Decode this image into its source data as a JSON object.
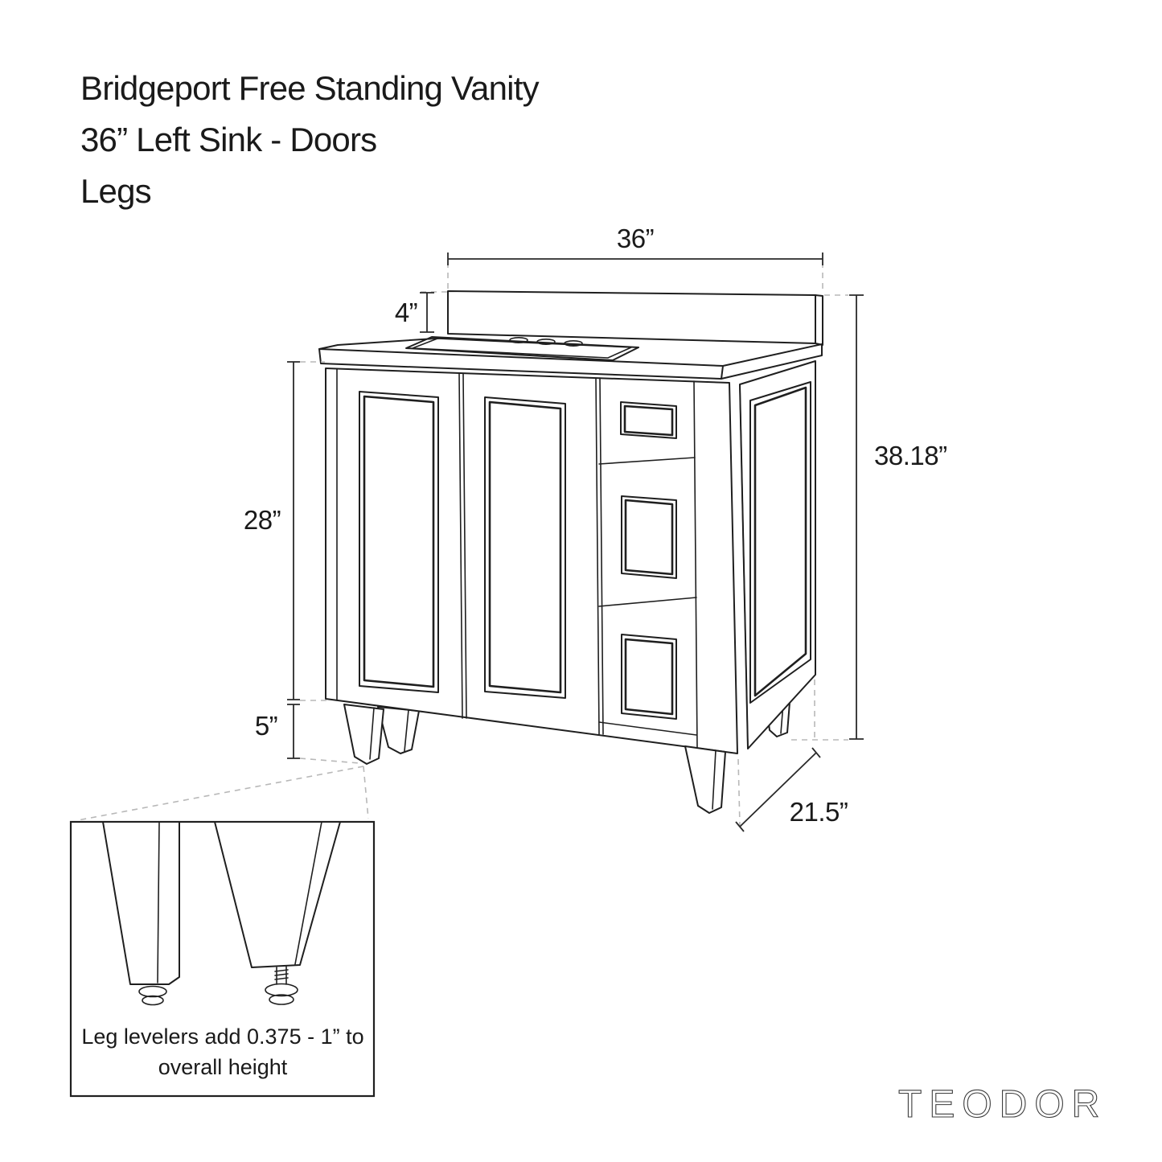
{
  "title": {
    "line1": "Bridgeport Free Standing Vanity",
    "line2": "36” Left Sink - Doors",
    "line3": "Legs"
  },
  "dimensions": {
    "width": "36”",
    "backsplash_height": "4”",
    "cabinet_height": "28”",
    "leg_height": "5”",
    "overall_height": "38.18”",
    "depth": "21.5”"
  },
  "leg_detail": {
    "note_line1": "Leg levelers add 0.375 - 1” to",
    "note_line2": "overall height"
  },
  "brand": {
    "logo_text": "TEODOR"
  },
  "colors": {
    "line": "#1f1f1f",
    "dashed_line": "#b8b8b8",
    "text": "#1a1a1a",
    "logo": "#3d3d3d",
    "background": "#ffffff"
  }
}
